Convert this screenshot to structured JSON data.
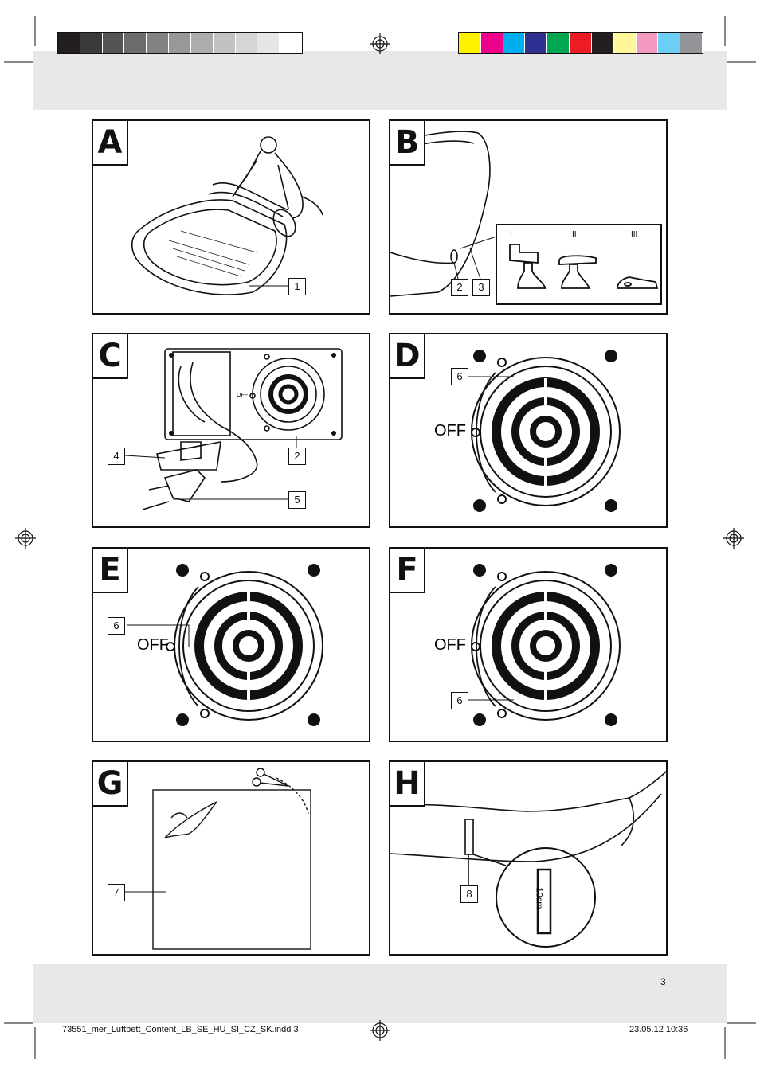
{
  "grayscale_bar": [
    "#231f20",
    "#3a3a3b",
    "#545455",
    "#6c6c6d",
    "#818283",
    "#97989a",
    "#acadaf",
    "#c1c2c4",
    "#d4d5d6",
    "#e6e6e7",
    "#ffffff"
  ],
  "color_bar": [
    "#fff200",
    "#ec008c",
    "#00aeef",
    "#2e3192",
    "#00a651",
    "#ed1c24",
    "#231f20",
    "#fff799",
    "#f49ac1",
    "#6dcff6",
    "#939598"
  ],
  "panels": [
    {
      "letter": "A",
      "callouts": [
        "1"
      ]
    },
    {
      "letter": "B",
      "callouts": [
        "2",
        "3"
      ],
      "valve_positions": [
        "I",
        "II",
        "III"
      ]
    },
    {
      "letter": "C",
      "callouts": [
        "4",
        "2",
        "5"
      ],
      "off_label": "OFF"
    },
    {
      "letter": "D",
      "callouts": [
        "6"
      ],
      "off_label": "OFF"
    },
    {
      "letter": "E",
      "callouts": [
        "6"
      ],
      "off_label": "OFF"
    },
    {
      "letter": "F",
      "callouts": [
        "6"
      ],
      "off_label": "OFF"
    },
    {
      "letter": "G",
      "callouts": [
        "7"
      ]
    },
    {
      "letter": "H",
      "callouts": [
        "8"
      ],
      "ruler_label": "10cm"
    }
  ],
  "page_number": "3",
  "footer": {
    "file": "73551_mer_Luftbett_Content_LB_SE_HU_SI_CZ_SK.indd   3",
    "date": "23.05.12   10:36"
  }
}
